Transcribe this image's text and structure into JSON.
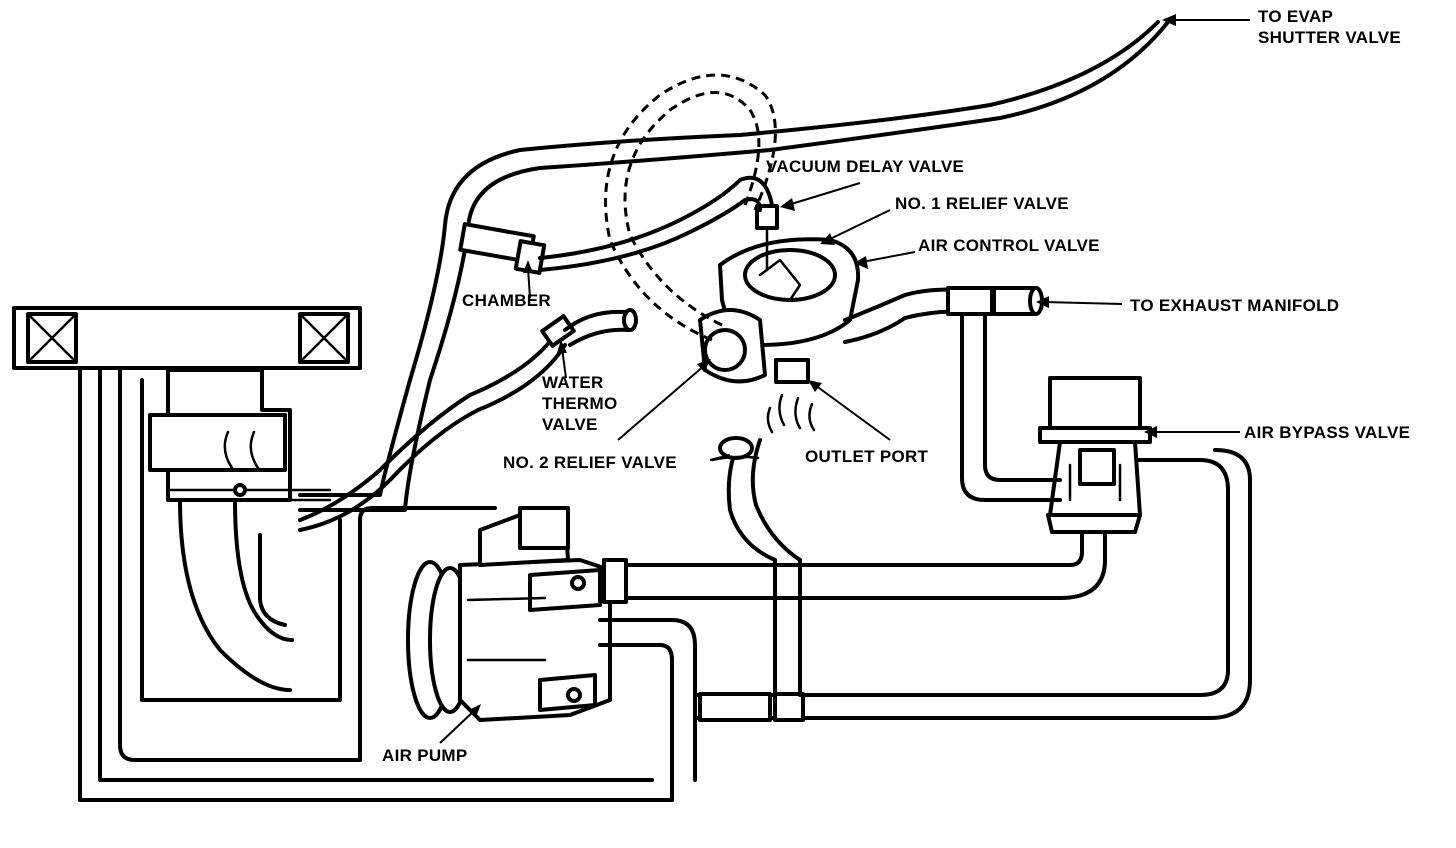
{
  "labels": {
    "evap_line1": "TO EVAP",
    "evap_line2": "SHUTTER VALVE",
    "vacuum_delay_valve": "VACUUM DELAY VALVE",
    "no1_relief_valve": "NO. 1 RELIEF VALVE",
    "air_control_valve": "AIR CONTROL VALVE",
    "to_exhaust_manifold": "TO EXHAUST MANIFOLD",
    "chamber": "CHAMBER",
    "water_line1": "WATER",
    "water_line2": "THERMO",
    "water_line3": "VALVE",
    "no2_relief_valve": "NO. 2 RELIEF VALVE",
    "outlet_port": "OUTLET PORT",
    "air_bypass_valve": "AIR BYPASS VALVE",
    "air_pump": "AIR PUMP"
  }
}
